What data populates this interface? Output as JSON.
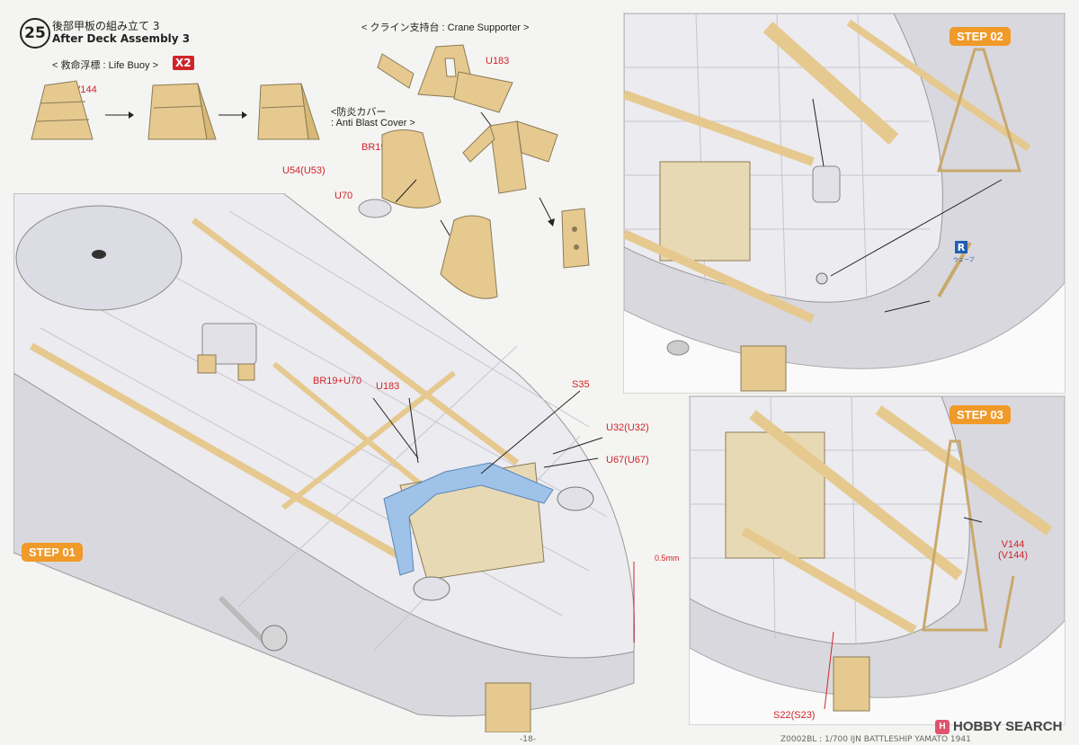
{
  "header": {
    "step_number": "25",
    "title_jp": "後部甲板の組み立て 3",
    "title_en": "After Deck Assembly 3"
  },
  "sections": {
    "life_buoy": "< 救命浮標 : Life Buoy >",
    "life_buoy_qty": "X2",
    "crane_supporter": "< クライン支持台 : Crane Supporter >",
    "anti_blast_jp": "<防炎カバー",
    "anti_blast_en": ": Anti Blast Cover >"
  },
  "parts": {
    "v144": "V144",
    "u183_top": "U183",
    "br19": "BR19",
    "u70": "U70",
    "u54": "U54(U53)",
    "br19_u70": "BR19+U70",
    "u183": "U183",
    "s35": "S35",
    "u32": "U32(U32)",
    "u67": "U67(U67)",
    "dim_05": "0.5mm",
    "v144_pair": "V144\n(V144)",
    "s22": "S22(S23)"
  },
  "steps": {
    "step01": "STEP 01",
    "step02": "STEP 02",
    "step03": "STEP 03"
  },
  "misc": {
    "r_badge": "R",
    "r_sub": "ウェーブ",
    "page_number": "-18-",
    "footer": "Z0002BL : 1/700 IJN BATTLESHIP YAMATO 1941",
    "logo_text": "HOBBY SEARCH"
  },
  "colors": {
    "part_red": "#d0242a",
    "step_orange": "#f09a2a",
    "etch_yellow": "#e6c98f",
    "hull_grey": "#d9d8df",
    "etch_blue": "#9fc3e8",
    "r_blue": "#1f5fb4"
  }
}
